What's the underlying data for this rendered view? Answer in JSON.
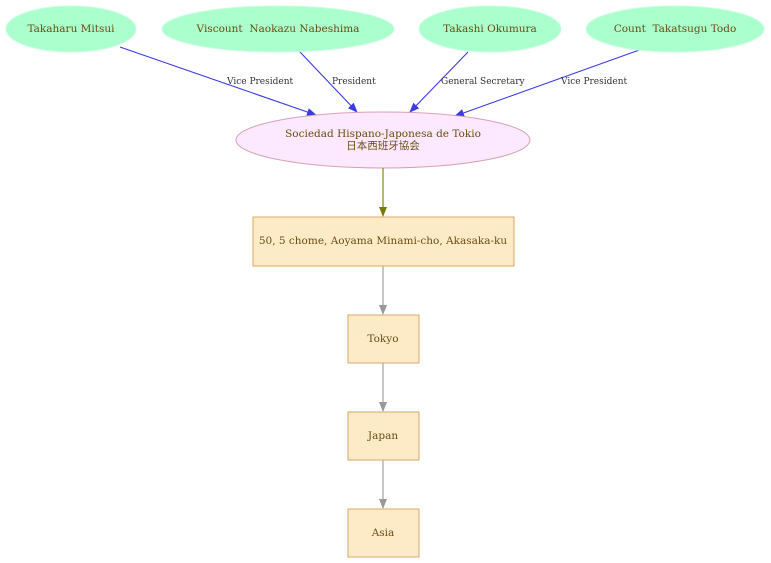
{
  "people": [
    {
      "name": "Takaharu Mitsui",
      "role": "Vice President"
    },
    {
      "name": "Viscount  Naokazu Nabeshima",
      "role": "President"
    },
    {
      "name": "Takashi Okumura",
      "role": "General Secretary"
    },
    {
      "name": "Count  Takatsugu Todo",
      "role": "Vice President"
    }
  ],
  "organization": {
    "name": "Sociedad Hispano-Japonesa de Tokio",
    "name_native": "日本西班牙協会"
  },
  "location_chain": [
    "50, 5 chome, Aoyama Minami-cho, Akasaka-ku",
    "Tokyo",
    "Japan",
    "Asia"
  ],
  "colors": {
    "person_fill": "#aaffcc",
    "org_fill": "#fde9ff",
    "org_stroke": "#d9a0b0",
    "place_fill": "#fdebc8",
    "place_stroke": "#d9a866",
    "role_edge": "#3b3be6",
    "org_to_address_edge": "#7a7a00",
    "place_edge": "#999999"
  }
}
